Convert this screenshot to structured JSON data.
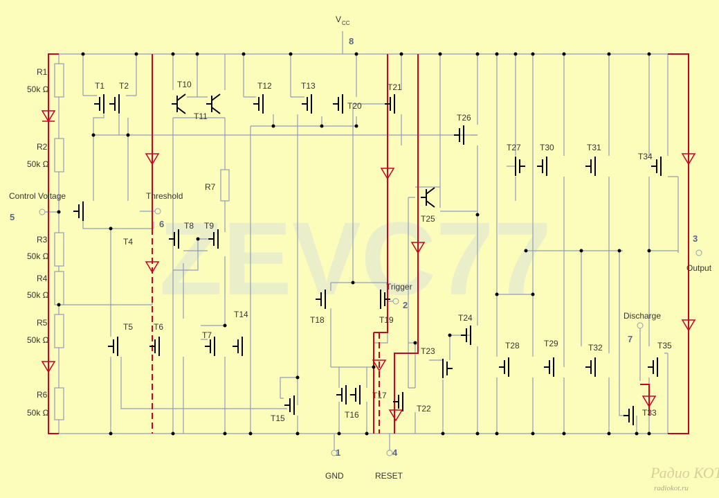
{
  "colors": {
    "background": "#fdfdbb",
    "wire": "#8f9cb8",
    "device": "#000000",
    "highlight": "#cc0022"
  },
  "labels": {
    "vcc": "V",
    "vcc_sub": "CC",
    "vcc_pin": "8",
    "control": "Control Voltage",
    "control_pin": "5",
    "threshold": "Threshold",
    "threshold_pin": "6",
    "trigger": "Trigger",
    "trigger_pin": "2",
    "reset": "RESET",
    "reset_pin": "4",
    "gnd": "GND",
    "gnd_pin": "1",
    "output": "Output",
    "output_pin": "3",
    "discharge": "Discharge",
    "discharge_pin": "7"
  },
  "resistors": [
    {
      "name": "R1",
      "value": "50k Ω"
    },
    {
      "name": "R2",
      "value": "50k Ω"
    },
    {
      "name": "R3",
      "value": "50k Ω"
    },
    {
      "name": "R4",
      "value": "50k Ω"
    },
    {
      "name": "R5",
      "value": "50k Ω"
    },
    {
      "name": "R6",
      "value": "50k Ω"
    },
    {
      "name": "R7",
      "value": ""
    }
  ],
  "transistors": [
    "T1",
    "T2",
    "T4",
    "T5",
    "T6",
    "T7",
    "T8",
    "T9",
    "T10",
    "T11",
    "T12",
    "T13",
    "T14",
    "T15",
    "T16",
    "T17",
    "T18",
    "T19",
    "T20",
    "T21",
    "T22",
    "T23",
    "T24",
    "T25",
    "T26",
    "T27",
    "T28",
    "T29",
    "T30",
    "T31",
    "T32",
    "T33",
    "T34",
    "T35"
  ],
  "watermark": "ZEVC77",
  "logo": {
    "title": "Радио КОТ",
    "url": "radiokot.ru"
  }
}
